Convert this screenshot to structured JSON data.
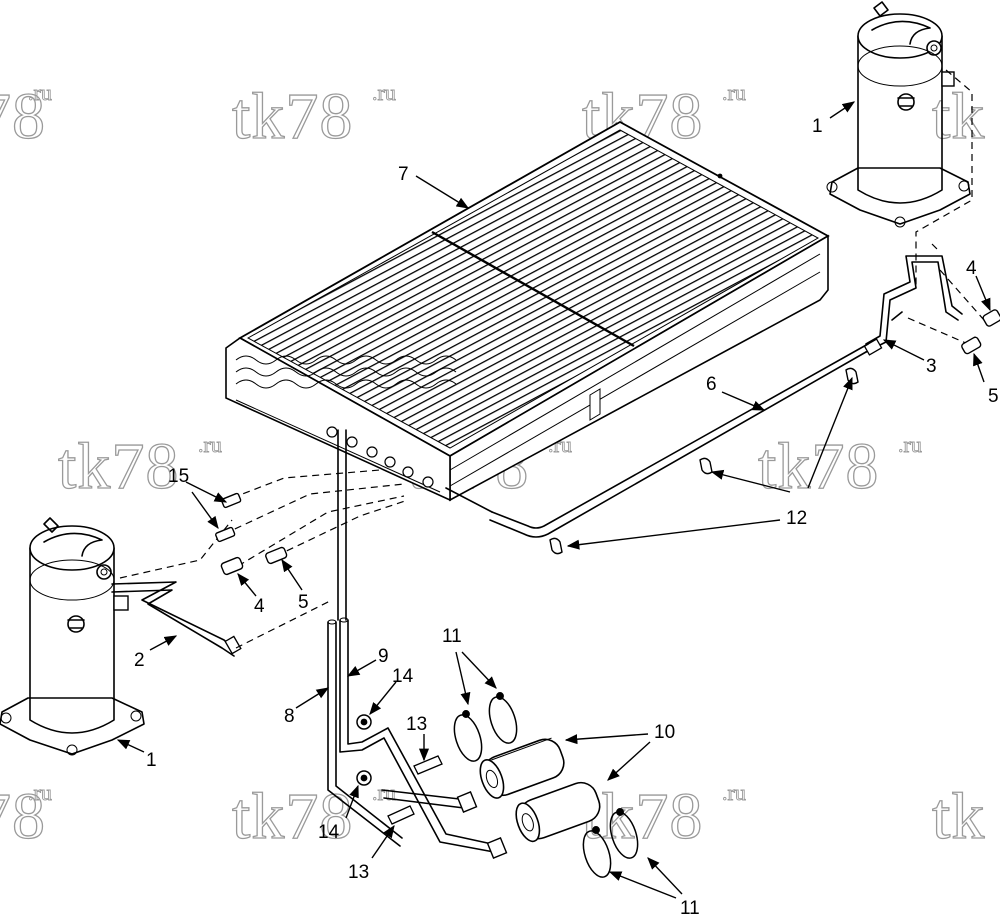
{
  "watermark": {
    "main": "tk78",
    "sub": ".ru",
    "partial_main": "78",
    "partial_left": "tk"
  },
  "callouts": [
    "1",
    "1",
    "2",
    "3",
    "4",
    "4",
    "5",
    "5",
    "6",
    "7",
    "8",
    "9",
    "10",
    "11",
    "11",
    "12",
    "13",
    "13",
    "14",
    "14",
    "15"
  ]
}
